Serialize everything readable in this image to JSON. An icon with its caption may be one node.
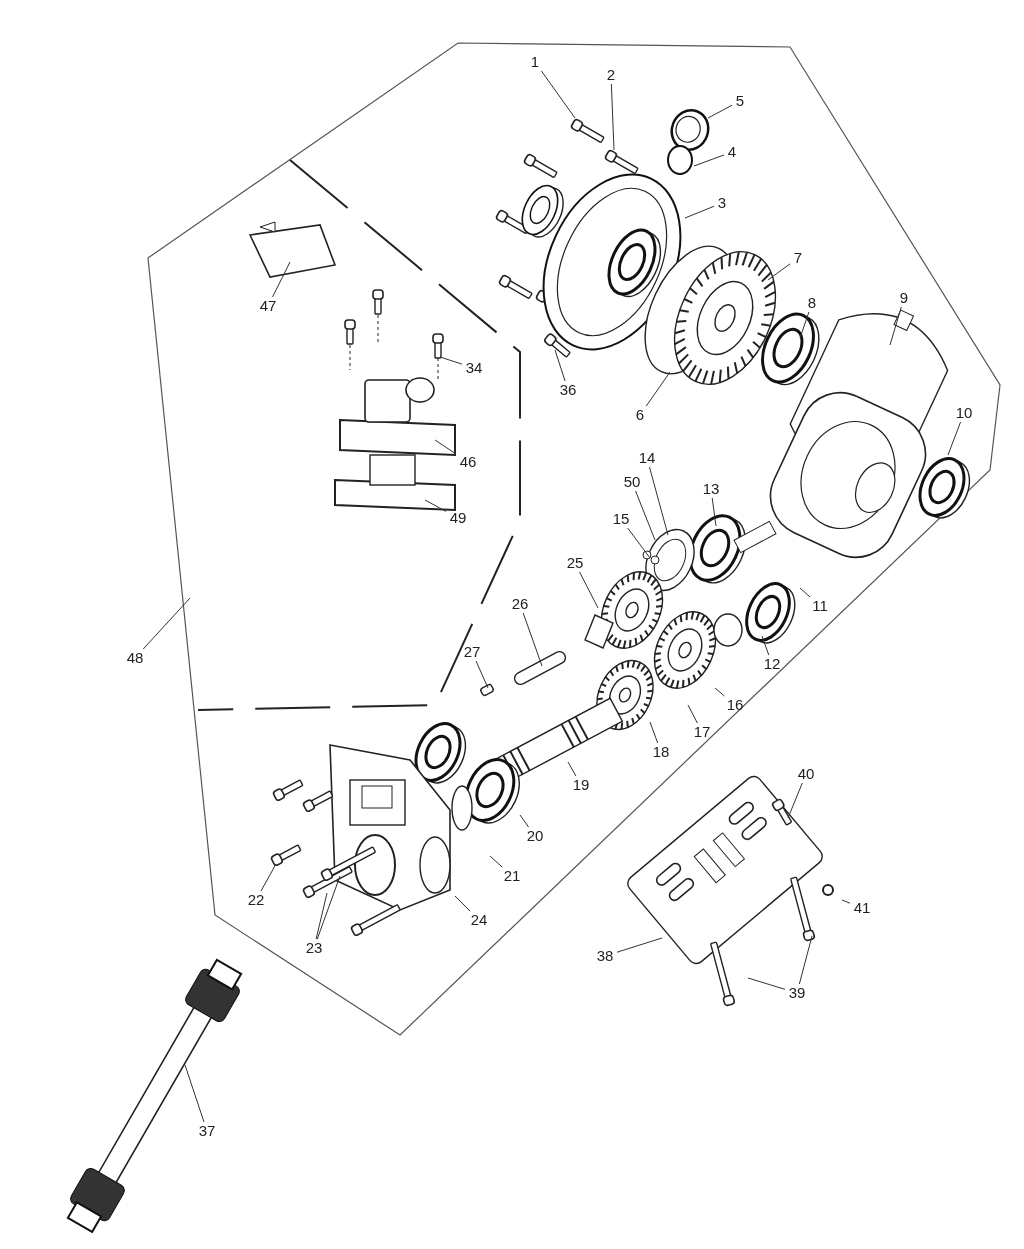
{
  "diagram": {
    "nodes": [
      {
        "text": [
          "1"
        ]
      },
      {
        "text": [
          "2"
        ]
      },
      {
        "text": [
          "5"
        ]
      },
      {
        "text": [
          "4"
        ]
      },
      {
        "text": [
          "3"
        ]
      },
      {
        "text": [
          "7"
        ]
      },
      {
        "text": [
          "9"
        ]
      },
      {
        "text": [
          "8"
        ]
      },
      {
        "text": [
          "47"
        ]
      },
      {
        "text": [
          "34"
        ]
      },
      {
        "text": [
          "36"
        ]
      },
      {
        "text": [
          "6"
        ]
      },
      {
        "text": [
          "10"
        ]
      },
      {
        "text": [
          "46"
        ]
      },
      {
        "text": [
          "14"
        ]
      },
      {
        "text": [
          "13"
        ]
      },
      {
        "text": [
          "50"
        ]
      },
      {
        "text": [
          "15"
        ]
      },
      {
        "text": [
          "49"
        ]
      },
      {
        "text": [
          "25"
        ]
      },
      {
        "text": [
          "11"
        ]
      },
      {
        "text": [
          "26"
        ]
      },
      {
        "text": [
          "27"
        ]
      },
      {
        "text": [
          "12"
        ]
      },
      {
        "text": [
          "48"
        ]
      },
      {
        "text": [
          "16"
        ]
      },
      {
        "text": [
          "17"
        ]
      },
      {
        "text": [
          "18"
        ]
      },
      {
        "text": [
          "40"
        ]
      },
      {
        "text": [
          "19"
        ]
      },
      {
        "text": [
          "20"
        ]
      },
      {
        "text": [
          "21"
        ]
      },
      {
        "text": [
          "22"
        ]
      },
      {
        "text": [
          "41"
        ]
      },
      {
        "text": [
          "24"
        ]
      },
      {
        "text": [
          "23"
        ]
      },
      {
        "text": [
          "38"
        ]
      },
      {
        "text": [
          "39"
        ]
      },
      {
        "text": [
          "37"
        ]
      }
    ],
    "edges": [
      {
        "from": 0,
        "to": null,
        "arrow": "none"
      },
      {
        "from": 1,
        "to": null,
        "arrow": "none"
      },
      {
        "from": 2,
        "to": null,
        "arrow": "none"
      },
      {
        "from": 3,
        "to": null,
        "arrow": "none"
      },
      {
        "from": 4,
        "to": null,
        "arrow": "none"
      },
      {
        "from": 5,
        "to": null,
        "arrow": "none"
      },
      {
        "from": 6,
        "to": null,
        "arrow": "none"
      },
      {
        "from": 7,
        "to": null,
        "arrow": "none"
      },
      {
        "from": 8,
        "to": null,
        "arrow": "none"
      },
      {
        "from": 9,
        "to": null,
        "arrow": "none"
      },
      {
        "from": 10,
        "to": null,
        "arrow": "none"
      },
      {
        "from": 11,
        "to": null,
        "arrow": "none"
      },
      {
        "from": 12,
        "to": null,
        "arrow": "none"
      },
      {
        "from": 13,
        "to": null,
        "arrow": "none"
      },
      {
        "from": 14,
        "to": null,
        "arrow": "none"
      },
      {
        "from": 15,
        "to": null,
        "arrow": "none"
      },
      {
        "from": 16,
        "to": null,
        "arrow": "none"
      },
      {
        "from": 17,
        "to": null,
        "arrow": "none"
      },
      {
        "from": 18,
        "to": null,
        "arrow": "none"
      },
      {
        "from": 19,
        "to": null,
        "arrow": "none"
      },
      {
        "from": 20,
        "to": null,
        "arrow": "none"
      },
      {
        "from": 21,
        "to": null,
        "arrow": "none"
      },
      {
        "from": 22,
        "to": null,
        "arrow": "none"
      },
      {
        "from": 23,
        "to": null,
        "arrow": "none"
      },
      {
        "from": 24,
        "to": null,
        "arrow": "none"
      },
      {
        "from": 25,
        "to": null,
        "arrow": "none"
      },
      {
        "from": 26,
        "to": null,
        "arrow": "none"
      },
      {
        "from": 27,
        "to": null,
        "arrow": "none"
      },
      {
        "from": 28,
        "to": null,
        "arrow": "none"
      },
      {
        "from": 29,
        "to": null,
        "arrow": "none"
      },
      {
        "from": 30,
        "to": null,
        "arrow": "none"
      },
      {
        "from": 31,
        "to": null,
        "arrow": "none"
      },
      {
        "from": 32,
        "to": null,
        "arrow": "none"
      },
      {
        "from": 33,
        "to": null,
        "arrow": "none"
      },
      {
        "from": 34,
        "to": null,
        "arrow": "none"
      },
      {
        "from": 35,
        "to": null,
        "arrow": "none"
      },
      {
        "from": 36,
        "to": null,
        "arrow": "none"
      },
      {
        "from": 37,
        "to": null,
        "arrow": "none"
      },
      {
        "from": 38,
        "to": null,
        "arrow": "none"
      },
      {
        "from": 35,
        "to": null,
        "arrow": "none"
      },
      {
        "from": 37,
        "to": null,
        "arrow": "none"
      }
    ]
  }
}
